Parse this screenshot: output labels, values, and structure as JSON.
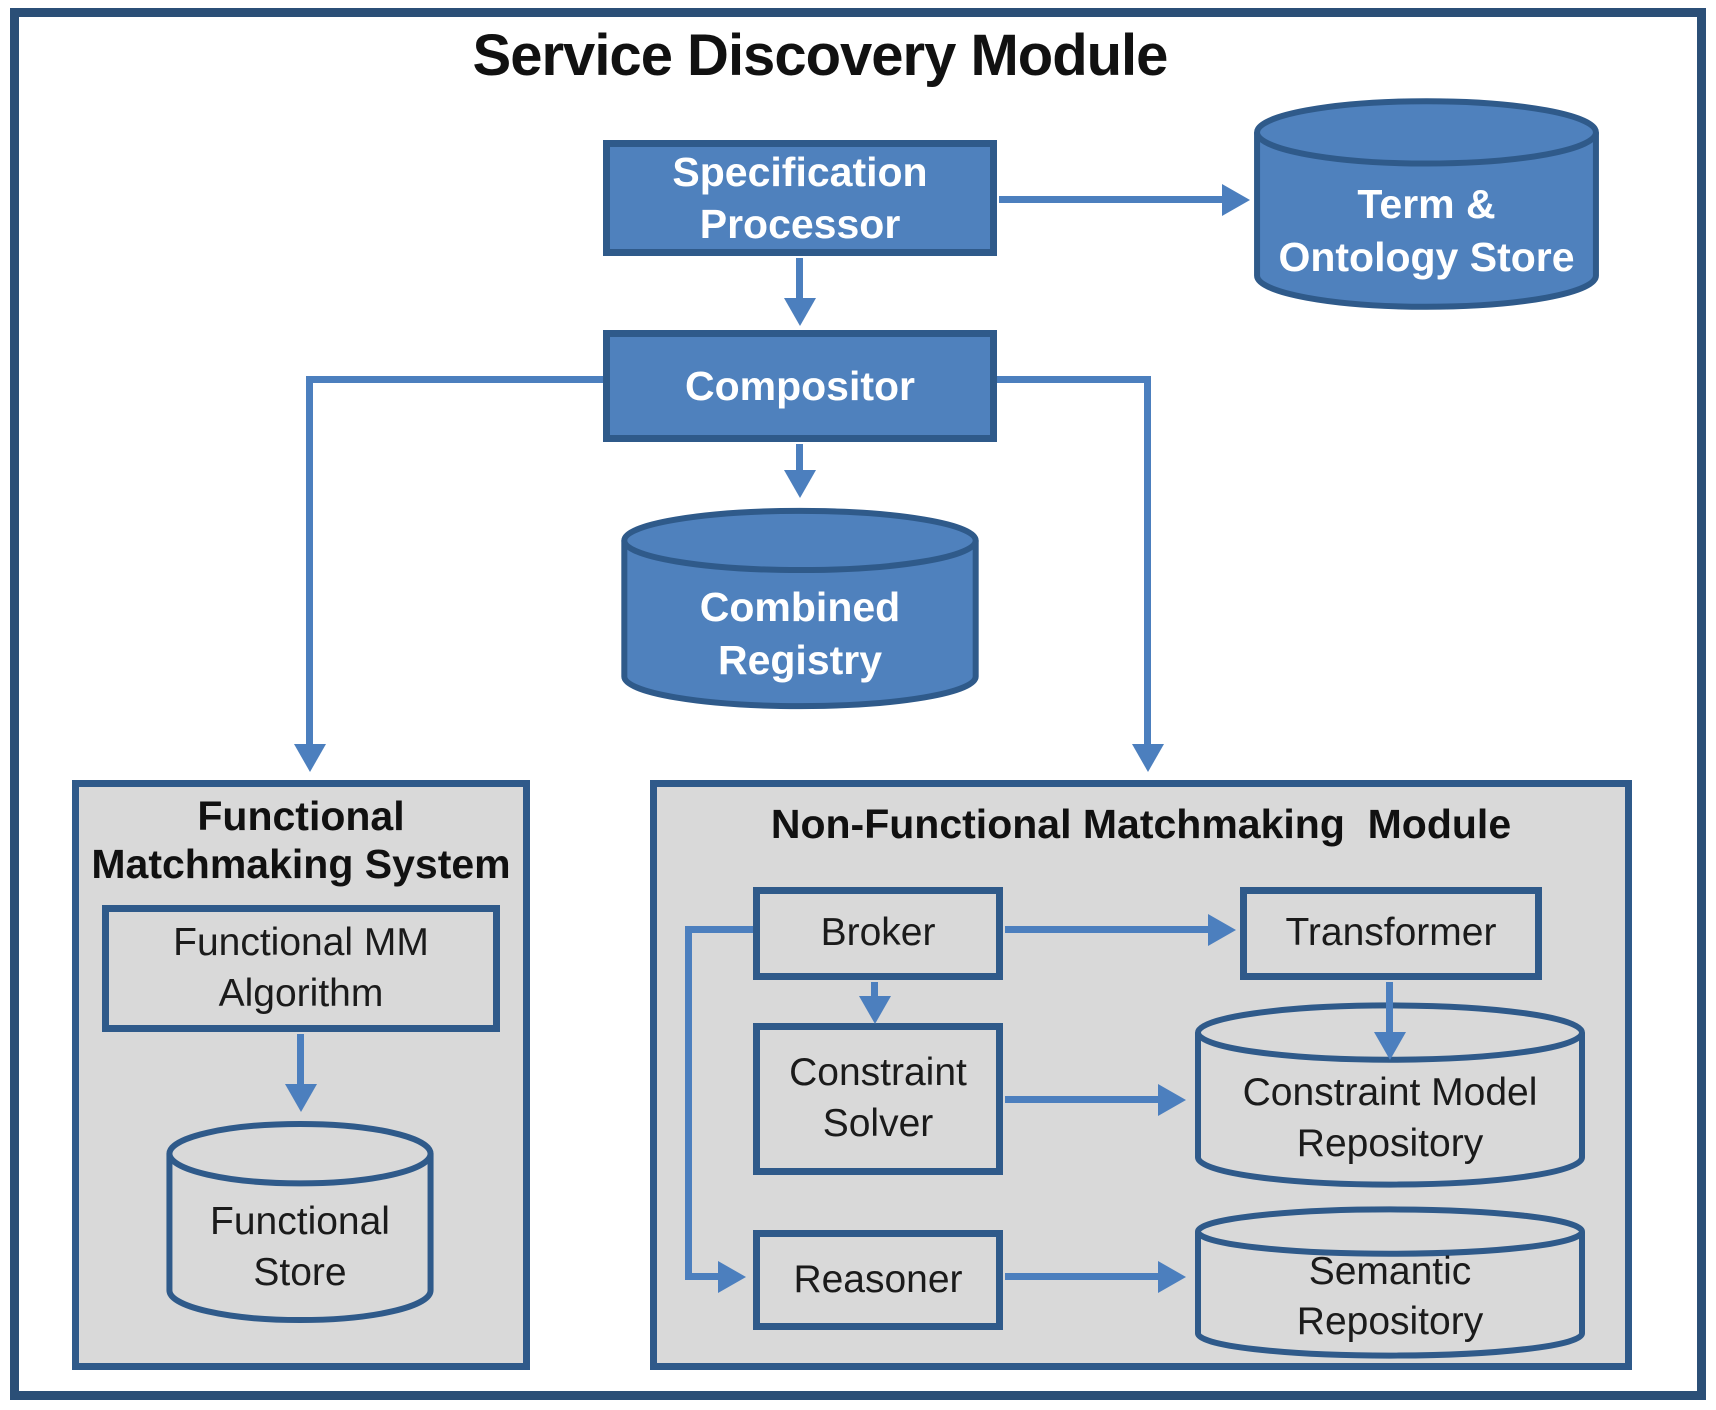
{
  "title": "Service Discovery Module",
  "colors": {
    "node_fill": "#4F81BD",
    "node_border": "#2F5A8A",
    "node_text": "#FFFFFF",
    "module_fill": "#D9D9D9",
    "module_border": "#2F5A8A",
    "frame_border": "#2B4F77",
    "connector": "#4C7FBE",
    "title_text": "#111111",
    "label_text": "#1B1B1B"
  },
  "nodes": {
    "specification_processor": {
      "line1": "Specification",
      "line2": "Processor"
    },
    "term_ontology_store": {
      "line1": "Term &",
      "line2": "Ontology Store"
    },
    "compositor": {
      "label": "Compositor"
    },
    "combined_registry": {
      "line1": "Combined",
      "line2": "Registry"
    }
  },
  "functional_module": {
    "title_line1": "Functional",
    "title_line2": "Matchmaking System",
    "nodes": {
      "functional_mm_algorithm": {
        "line1": "Functional MM",
        "line2": "Algorithm"
      },
      "functional_store": {
        "line1": "Functional",
        "line2": "Store"
      }
    }
  },
  "non_functional_module": {
    "title": "Non-Functional Matchmaking  Module",
    "nodes": {
      "broker": {
        "label": "Broker"
      },
      "transformer": {
        "label": "Transformer"
      },
      "constraint_solver": {
        "line1": "Constraint",
        "line2": "Solver"
      },
      "constraint_model_repository": {
        "line1": "Constraint Model",
        "line2": "Repository"
      },
      "reasoner": {
        "label": "Reasoner"
      },
      "semantic_repository": {
        "line1": "Semantic",
        "line2": "Repository"
      }
    }
  }
}
